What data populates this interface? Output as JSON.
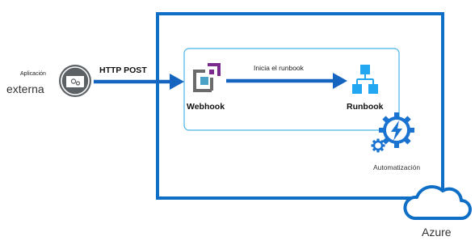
{
  "external_app": {
    "line1": "Aplicación",
    "line2": "externa",
    "icon": "external-application-icon"
  },
  "edges": {
    "http_post": "HTTP POST",
    "start_runbook": "Inicia el runbook"
  },
  "nodes": {
    "webhook": {
      "label": "Webhook",
      "icon": "webhook-icon"
    },
    "runbook": {
      "label": "Runbook",
      "icon": "runbook-icon"
    },
    "automation": {
      "label": "Automatización",
      "icon": "automation-gear-icon"
    },
    "azure": {
      "label": "Azure",
      "icon": "azure-cloud-icon"
    }
  },
  "colors": {
    "azure_blue": "#0f6fc6",
    "arrow_blue": "#1565c0",
    "inner_border": "#47b3e8",
    "webhook_purple": "#7a2a8c",
    "webhook_teal": "#4aa3c6",
    "webhook_gray": "#6b6b6b",
    "runbook_blue": "#22a7f0",
    "app_gray": "#5c6166"
  }
}
